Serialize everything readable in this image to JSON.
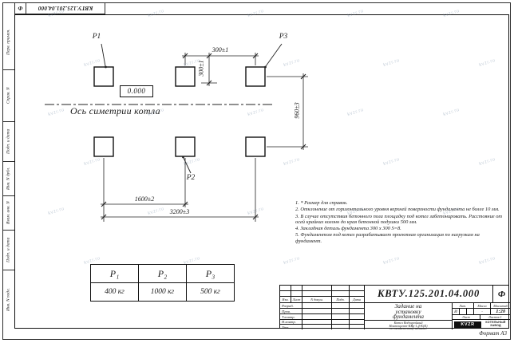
{
  "sheet": {
    "format_label": "Формат А3",
    "watermark": "kvzr.ru"
  },
  "left_margin": {
    "cells": [
      "Перв. примен.",
      "Справ. N",
      "Подп. и дата",
      "Инв. N дубл.",
      "Взам. инв. N",
      "Подп. и дата",
      "Инв. N подл."
    ]
  },
  "drawing": {
    "point_labels": [
      "Р1",
      "Р2",
      "Р3"
    ],
    "level_mark": "0.000",
    "axis_label": "Ось симетрии котла",
    "dim_width_top": "300±1",
    "dim_height_top": "300±1",
    "dim_row_spacing": "960±3",
    "dim_half_span": "1600±2",
    "dim_full_span": "3200±3"
  },
  "notes": [
    "1. * Размер для справок.",
    "2. Отклонение от горизонтального уровня верхней поверхности фундамента не более 10 мм.",
    "3. В случае отсутствия бетонного пола площадку под котел забетонировать. Расстояние от осей крайних колонн до края бетонной подушки 500 мм.",
    "4. Закладная деталь фундамента 300 х 300 S=8.",
    "5. Фундаментом под котел разрабатывает проектная организация по нагрузкам на фундамент."
  ],
  "load_table": {
    "headers": [
      "Р₁",
      "Р₂",
      "Р₃"
    ],
    "values": [
      "400 кг",
      "1000 кг",
      "500 кг"
    ]
  },
  "title_block": {
    "doc_number": "КВТУ.125.201.04.000",
    "doc_letter": "Ф",
    "title_lines": [
      "Задание на",
      "установку",
      "фундамента"
    ],
    "product_lines": [
      "Котел Водогрейный",
      "Неатекрепт-КВр-1,4-К(К)",
      "по техническому заданию"
    ],
    "columns": [
      "Изм.",
      "Лист",
      "N докум.",
      "Подп.",
      "Дата"
    ],
    "rows": [
      "Разраб.",
      "Пров.",
      "Т.контр.",
      "Н.контр.",
      "Утв."
    ],
    "lit_label": "Лит.",
    "mass_label": "Масса",
    "scale_label": "Масштаб",
    "lit_value": "И",
    "mass_value": "-",
    "scale_value": "1:20",
    "sheet_label": "Лист",
    "sheets_label": "Листов 1",
    "logo_text": "KVZR",
    "company_lines": [
      "КОТЕЛЬНЫЙ",
      "ЗАВОД"
    ]
  }
}
